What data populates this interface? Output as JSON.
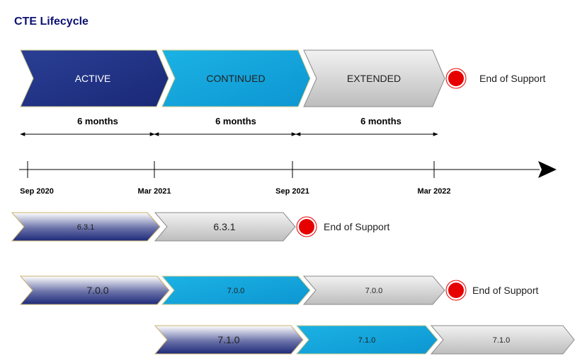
{
  "title": "CTE Lifecycle",
  "phases": [
    {
      "label": "ACTIVE",
      "duration": "6 months"
    },
    {
      "label": "CONTINUED",
      "duration": "6 months"
    },
    {
      "label": "EXTENDED",
      "duration": "6 months"
    }
  ],
  "end_of_support": "End of Support",
  "timeline_dates": [
    "Sep 2020",
    "Mar 2021",
    "Sep 2021",
    "Mar 2022"
  ],
  "releases": [
    {
      "version": "6.3.1",
      "stages": [
        "6.3.1",
        "6.3.1"
      ],
      "end_of_support": "End of Support"
    },
    {
      "version": "7.0.0",
      "stages": [
        "7.0.0",
        "7.0.0",
        "7.0.0"
      ],
      "end_of_support": "End of Support"
    },
    {
      "version": "7.1.0",
      "stages": [
        "7.1.0",
        "7.1.0",
        "7.1.0"
      ]
    }
  ],
  "colors": {
    "title": "#0d1270",
    "active": "#1e2e84",
    "continued": "#0ea0d8",
    "extended": "#d2d2d2",
    "end_marker": "#e60000"
  }
}
